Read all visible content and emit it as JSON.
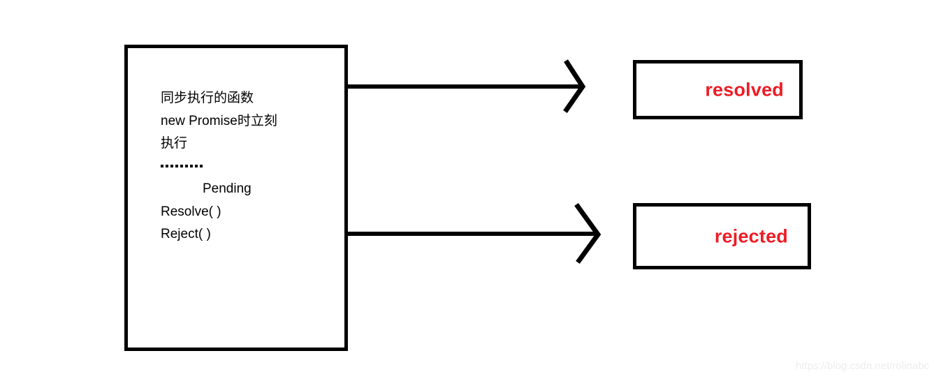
{
  "diagram": {
    "title": "Promise state flow diagram",
    "colors": {
      "stroke": "#000000",
      "background": "#ffffff",
      "state_text": "#ee1c25",
      "watermark": "#ededed"
    },
    "promise_box": {
      "name": "promise-executor-box",
      "lines": [
        {
          "text": "同步执行的函数",
          "indent": false
        },
        {
          "text": "new Promise时立刻",
          "indent": false
        },
        {
          "text": "执行",
          "indent": false
        },
        {
          "text": ".........",
          "indent": false,
          "style": "dots"
        },
        {
          "text": "Pending",
          "indent": true
        },
        {
          "text": "Resolve( )",
          "indent": false
        },
        {
          "text": "Reject(  )",
          "indent": false
        }
      ],
      "line_1": "同步执行的函数",
      "line_2": "new Promise时立刻",
      "line_3": "执行",
      "line_4": ".........",
      "line_5": "Pending",
      "line_6": "Resolve( )",
      "line_7": "Reject(  )"
    },
    "states": [
      {
        "name": "resolved-state-box",
        "label": "resolved",
        "color": "#ee1c25"
      },
      {
        "name": "rejected-state-box",
        "label": "rejected",
        "color": "#ee1c25"
      }
    ],
    "resolved_label": "resolved",
    "rejected_label": "rejected",
    "arrows": [
      {
        "name": "arrow-to-resolved",
        "from": "promise-executor-box",
        "to": "resolved-state-box",
        "style": "open-chevron"
      },
      {
        "name": "arrow-to-rejected",
        "from": "promise-executor-box",
        "to": "rejected-state-box",
        "style": "open-chevron"
      }
    ],
    "watermark": "https://blog.csdn.net/rolinabc"
  }
}
